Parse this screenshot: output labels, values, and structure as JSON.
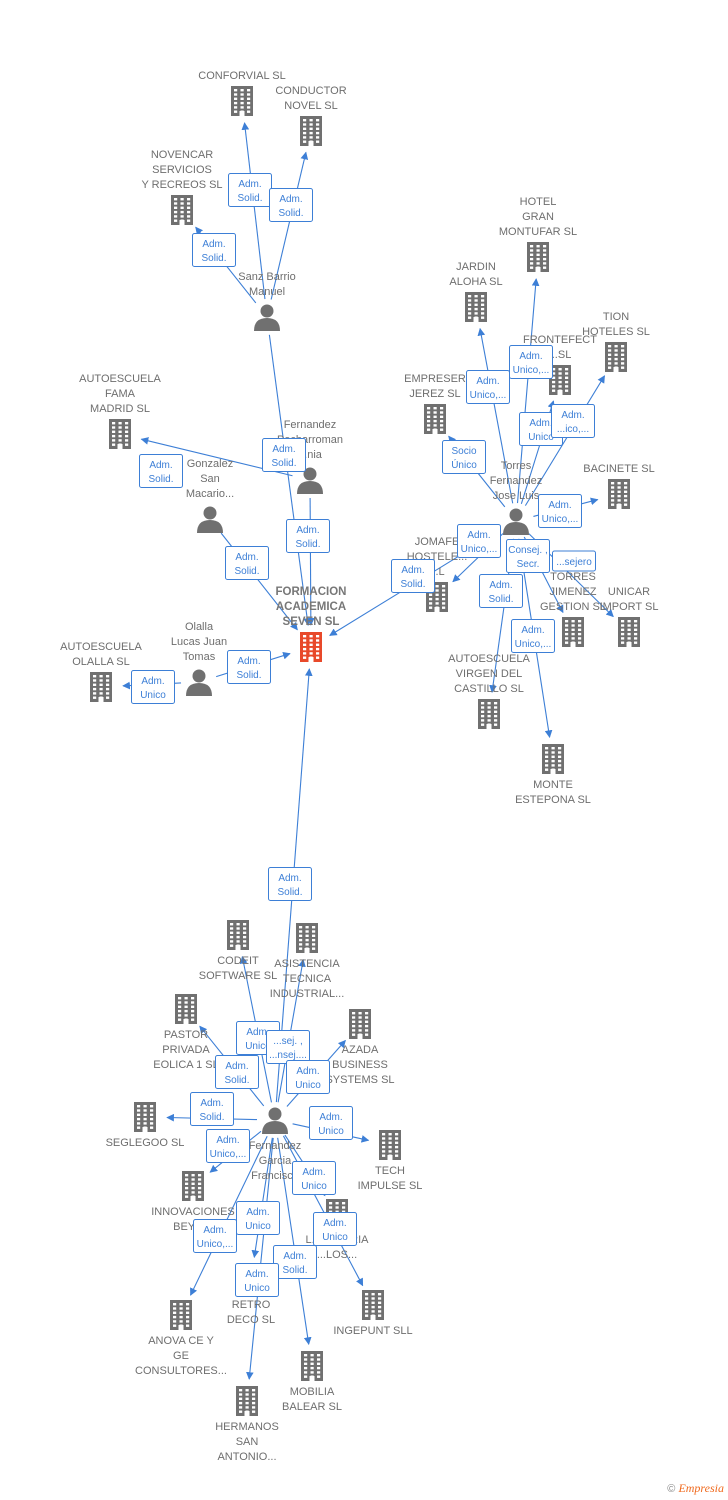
{
  "colors": {
    "company": "#707070",
    "center": "#e8492a",
    "person": "#707070",
    "edge": "#3d7fd6"
  },
  "nodes": [
    {
      "id": "formacion",
      "kind": "center",
      "label": [
        "FORMACION",
        "ACADEMICA",
        "SEVEN  SL"
      ]
    },
    {
      "id": "conforvial",
      "kind": "company",
      "label": [
        "CONFORVIAL SL"
      ]
    },
    {
      "id": "conductor",
      "kind": "company",
      "label": [
        "CONDUCTOR",
        "NOVEL SL"
      ]
    },
    {
      "id": "novencar",
      "kind": "company",
      "label": [
        "NOVENCAR",
        "SERVICIOS",
        "Y RECREOS SL"
      ]
    },
    {
      "id": "sanz",
      "kind": "person",
      "label": [
        "Sanz Barrio",
        "Manuel"
      ]
    },
    {
      "id": "autofama",
      "kind": "company",
      "label": [
        "AUTOESCUELA",
        "FAMA",
        "MADRID SL"
      ]
    },
    {
      "id": "pecharroman",
      "kind": "person",
      "label": [
        "Fernandez",
        "Pecharroman",
        "...nia"
      ]
    },
    {
      "id": "gonzalez",
      "kind": "person",
      "label": [
        "Gonzalez",
        "San",
        "Macario..."
      ]
    },
    {
      "id": "autoolalla",
      "kind": "company",
      "label": [
        "AUTOESCUELA",
        "OLALLA  SL"
      ]
    },
    {
      "id": "olalla",
      "kind": "person",
      "label": [
        "Olalla",
        "Lucas Juan",
        "Tomas"
      ]
    },
    {
      "id": "hotelgran",
      "kind": "company",
      "label": [
        "HOTEL",
        "GRAN",
        "MONTUFAR SL"
      ]
    },
    {
      "id": "jardin",
      "kind": "company",
      "label": [
        "JARDIN",
        "ALOHA SL"
      ]
    },
    {
      "id": "frontefect",
      "kind": "company",
      "label": [
        "FRONTEFECT",
        "...SL"
      ]
    },
    {
      "id": "tion",
      "kind": "company",
      "label": [
        "TION",
        "HOTELES SL"
      ]
    },
    {
      "id": "empreser",
      "kind": "company",
      "label": [
        "EMPRESER",
        "JEREZ SL"
      ]
    },
    {
      "id": "torres",
      "kind": "person",
      "label": [
        "Torres",
        "Fernandez",
        "Jose Luis"
      ]
    },
    {
      "id": "bacinete",
      "kind": "company",
      "label": [
        "BACINETE  SL"
      ]
    },
    {
      "id": "jomafe",
      "kind": "company",
      "label": [
        "JOMAFE",
        "HOSTELE...",
        "...L"
      ]
    },
    {
      "id": "torresjim",
      "kind": "company",
      "label": [
        "TORRES",
        "JIMENEZ",
        "GESTION  SL"
      ]
    },
    {
      "id": "unicar",
      "kind": "company",
      "label": [
        "UNICAR",
        "IMPORT SL"
      ]
    },
    {
      "id": "autovirgen",
      "kind": "company",
      "label": [
        "AUTOESCUELA",
        "VIRGEN DEL",
        "CASTILLO SL"
      ]
    },
    {
      "id": "monte",
      "kind": "company",
      "label": [
        "MONTE",
        "ESTEPONA SL"
      ]
    },
    {
      "id": "codeit",
      "kind": "company",
      "label": [
        "CODEIT",
        "SOFTWARE  SL"
      ]
    },
    {
      "id": "asistencia",
      "kind": "company",
      "label": [
        "ASISTENCIA",
        "TECNICA",
        "INDUSTRIAL..."
      ]
    },
    {
      "id": "pastor",
      "kind": "company",
      "label": [
        "PASTOR",
        "PRIVADA",
        "EOLICA 1 SL"
      ]
    },
    {
      "id": "azada",
      "kind": "company",
      "label": [
        "AZADA",
        "BUSINESS",
        "SYSTEMS SL"
      ]
    },
    {
      "id": "seglegoo",
      "kind": "company",
      "label": [
        "SEGLEGOO SL"
      ]
    },
    {
      "id": "fgarcia",
      "kind": "person",
      "label": [
        "Fernandez",
        "Garcia",
        "Francisco"
      ]
    },
    {
      "id": "tech",
      "kind": "company",
      "label": [
        "TECH",
        "IMPULSE SL"
      ]
    },
    {
      "id": "innovaciones",
      "kind": "company",
      "label": [
        "INNOVACIONES",
        "BEYO..."
      ]
    },
    {
      "id": "luqueteria",
      "kind": "company",
      "label": [
        "L...UETERIA",
        "...LOS..."
      ]
    },
    {
      "id": "ingepunt",
      "kind": "company",
      "label": [
        "INGEPUNT SLL"
      ]
    },
    {
      "id": "retro",
      "kind": "company",
      "label": [
        "RETRO",
        "DECO SL"
      ]
    },
    {
      "id": "anova",
      "kind": "company",
      "label": [
        "ANOVA CE Y",
        "GE",
        "CONSULTORES..."
      ]
    },
    {
      "id": "mobilia",
      "kind": "company",
      "label": [
        "MOBILIA",
        "BALEAR  SL"
      ]
    },
    {
      "id": "hermanos",
      "kind": "company",
      "label": [
        "HERMANOS",
        "SAN",
        "ANTONIO..."
      ]
    }
  ],
  "edges": [
    {
      "from": "sanz",
      "to": "conforvial",
      "label": [
        "Adm.",
        "Solid."
      ]
    },
    {
      "from": "sanz",
      "to": "conductor",
      "label": [
        "Adm.",
        "Solid."
      ]
    },
    {
      "from": "sanz",
      "to": "novencar",
      "label": [
        "Adm.",
        "Solid."
      ]
    },
    {
      "from": "sanz",
      "to": "formacion",
      "label": [
        "Adm.",
        "Solid."
      ]
    },
    {
      "from": "pecharroman",
      "to": "autofama",
      "label": [
        "Adm.",
        "Solid."
      ]
    },
    {
      "from": "pecharroman",
      "to": "formacion",
      "label": [
        "Adm.",
        "Solid."
      ]
    },
    {
      "from": "gonzalez",
      "to": "formacion",
      "label": [
        "Adm.",
        "Solid."
      ]
    },
    {
      "from": "olalla",
      "to": "autoolalla",
      "label": [
        "Adm.",
        "Unico"
      ]
    },
    {
      "from": "olalla",
      "to": "formacion",
      "label": [
        "Adm.",
        "Solid."
      ]
    },
    {
      "from": "torres",
      "to": "hotelgran",
      "label": [
        "Adm.",
        "Unico,..."
      ]
    },
    {
      "from": "torres",
      "to": "jardin",
      "label": [
        "Adm.",
        "Unico,..."
      ]
    },
    {
      "from": "torres",
      "to": "frontefect",
      "label": [
        "Adm.",
        "Unico"
      ]
    },
    {
      "from": "torres",
      "to": "tion",
      "label": [
        "Adm.",
        "...ico,..."
      ]
    },
    {
      "from": "torres",
      "to": "empreser",
      "label": [
        "Socio",
        "Único"
      ]
    },
    {
      "from": "torres",
      "to": "bacinete",
      "label": [
        "Adm.",
        "Unico,..."
      ]
    },
    {
      "from": "torres",
      "to": "jomafe",
      "label": [
        "Adm.",
        "Unico,..."
      ]
    },
    {
      "from": "torres",
      "to": "torresjim",
      "label": [
        "Consej. ,",
        "Secr."
      ]
    },
    {
      "from": "torres",
      "to": "unicar",
      "label": [
        "...sejero"
      ]
    },
    {
      "from": "torres",
      "to": "autovirgen",
      "label": [
        "Adm.",
        "Solid."
      ]
    },
    {
      "from": "torres",
      "to": "monte",
      "label": [
        "Adm.",
        "Unico,..."
      ]
    },
    {
      "from": "torres",
      "to": "formacion",
      "label": [
        "Adm.",
        "Solid."
      ]
    },
    {
      "from": "fgarcia",
      "to": "formacion",
      "label": [
        "Adm.",
        "Solid."
      ]
    },
    {
      "from": "fgarcia",
      "to": "codeit",
      "label": [
        "Adm.",
        "Unico"
      ]
    },
    {
      "from": "fgarcia",
      "to": "asistencia",
      "label": [
        "...sej. ,",
        "...nsej...."
      ]
    },
    {
      "from": "fgarcia",
      "to": "pastor",
      "label": [
        "Adm.",
        "Solid."
      ]
    },
    {
      "from": "fgarcia",
      "to": "azada",
      "label": [
        "Adm.",
        "Unico"
      ]
    },
    {
      "from": "fgarcia",
      "to": "seglegoo",
      "label": [
        "Adm.",
        "Solid."
      ]
    },
    {
      "from": "fgarcia",
      "to": "tech",
      "label": [
        "Adm.",
        "Unico"
      ]
    },
    {
      "from": "fgarcia",
      "to": "innovaciones",
      "label": [
        "Adm.",
        "Unico,..."
      ]
    },
    {
      "from": "fgarcia",
      "to": "luqueteria",
      "label": [
        "Adm.",
        "Unico"
      ]
    },
    {
      "from": "fgarcia",
      "to": "ingepunt",
      "label": [
        "Adm.",
        "Unico"
      ]
    },
    {
      "from": "fgarcia",
      "to": "retro",
      "label": [
        "Adm.",
        "Unico"
      ]
    },
    {
      "from": "fgarcia",
      "to": "anova",
      "label": [
        "Adm.",
        "Unico,..."
      ]
    },
    {
      "from": "fgarcia",
      "to": "mobilia",
      "label": [
        "Adm.",
        "Solid."
      ]
    },
    {
      "from": "fgarcia",
      "to": "hermanos",
      "label": [
        "Adm.",
        "Unico"
      ]
    }
  ],
  "footer": {
    "copyright": "©",
    "brand": "Empresia"
  }
}
